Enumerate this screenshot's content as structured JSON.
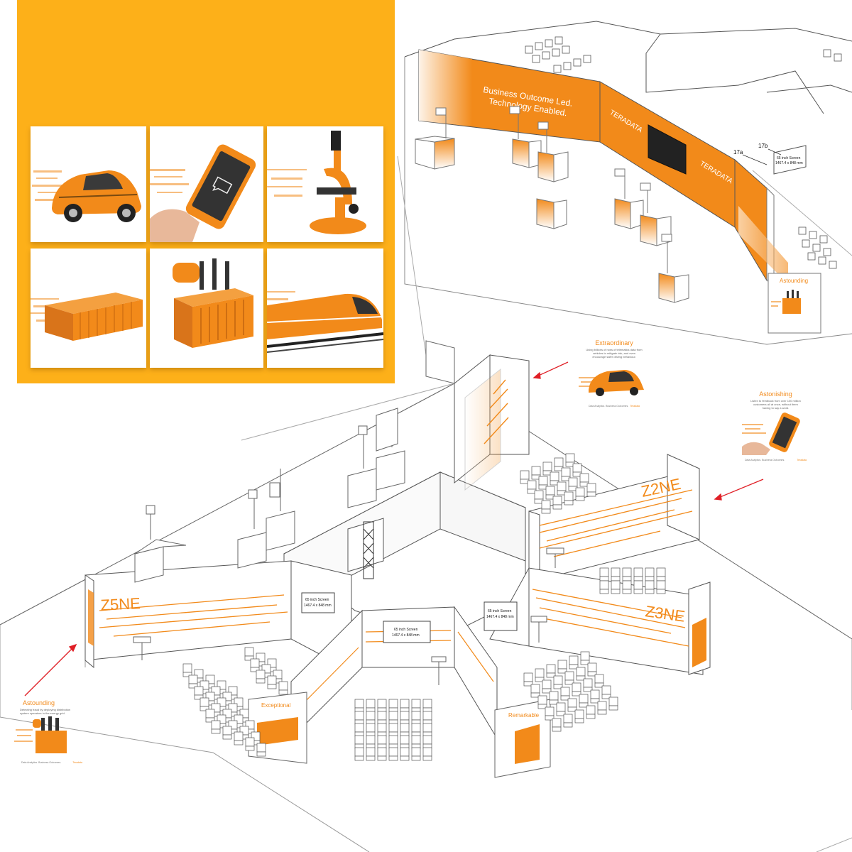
{
  "colors": {
    "panel": "#FDB019",
    "accent": "#F28A1A",
    "line": "#555555",
    "white": "#ffffff"
  },
  "thumbnails": [
    {
      "subject": "car"
    },
    {
      "subject": "smartphone"
    },
    {
      "subject": "microscope"
    },
    {
      "subject": "shipping-container"
    },
    {
      "subject": "transformer"
    },
    {
      "subject": "bullet-train"
    }
  ],
  "top_booth": {
    "headline_1": "Business Outcome Led.",
    "headline_2": "Technology Enabled.",
    "brand_1": "TERADATA",
    "brand_2": "TERADATA",
    "label_17a": "17a",
    "label_17b": "17b",
    "screen_line_1": "65 inch Screen",
    "screen_line_2": "1467.4 x 848 mm",
    "card_title": "Astounding"
  },
  "floor": {
    "zone_left": "Z5NE",
    "zone_right_top": "Z2NE",
    "zone_right_bottom": "Z3NE",
    "screen_left_1": "65 inch Screen",
    "screen_left_2": "1467.4 x 848 mm",
    "screen_center_1": "65 inch Screen",
    "screen_center_2": "1467.4 x 848 mm",
    "screen_right_1": "65 inch Screen",
    "screen_right_2": "1467.4 x 848 mm",
    "panel_exceptional": "Exceptional",
    "panel_remarkable": "Remarkable"
  },
  "callouts": {
    "extraordinary_title": "Extraordinary",
    "extraordinary_body": "Using billions of rows of telematics data from vehicles to mitigate risk, and even encourage safer driving behaviour.",
    "astonishing_title": "Astonishing",
    "astonishing_body": "Listen to feedback from over 100 million customers all at once, without them having to say a word.",
    "astounding_title": "Astounding",
    "astounding_body": "Detecting fraud by deploying distribution system operators in the energy grid.",
    "footer_text": "Data Analytics. Business Outcomes.",
    "footer_brand": "Teradata"
  }
}
